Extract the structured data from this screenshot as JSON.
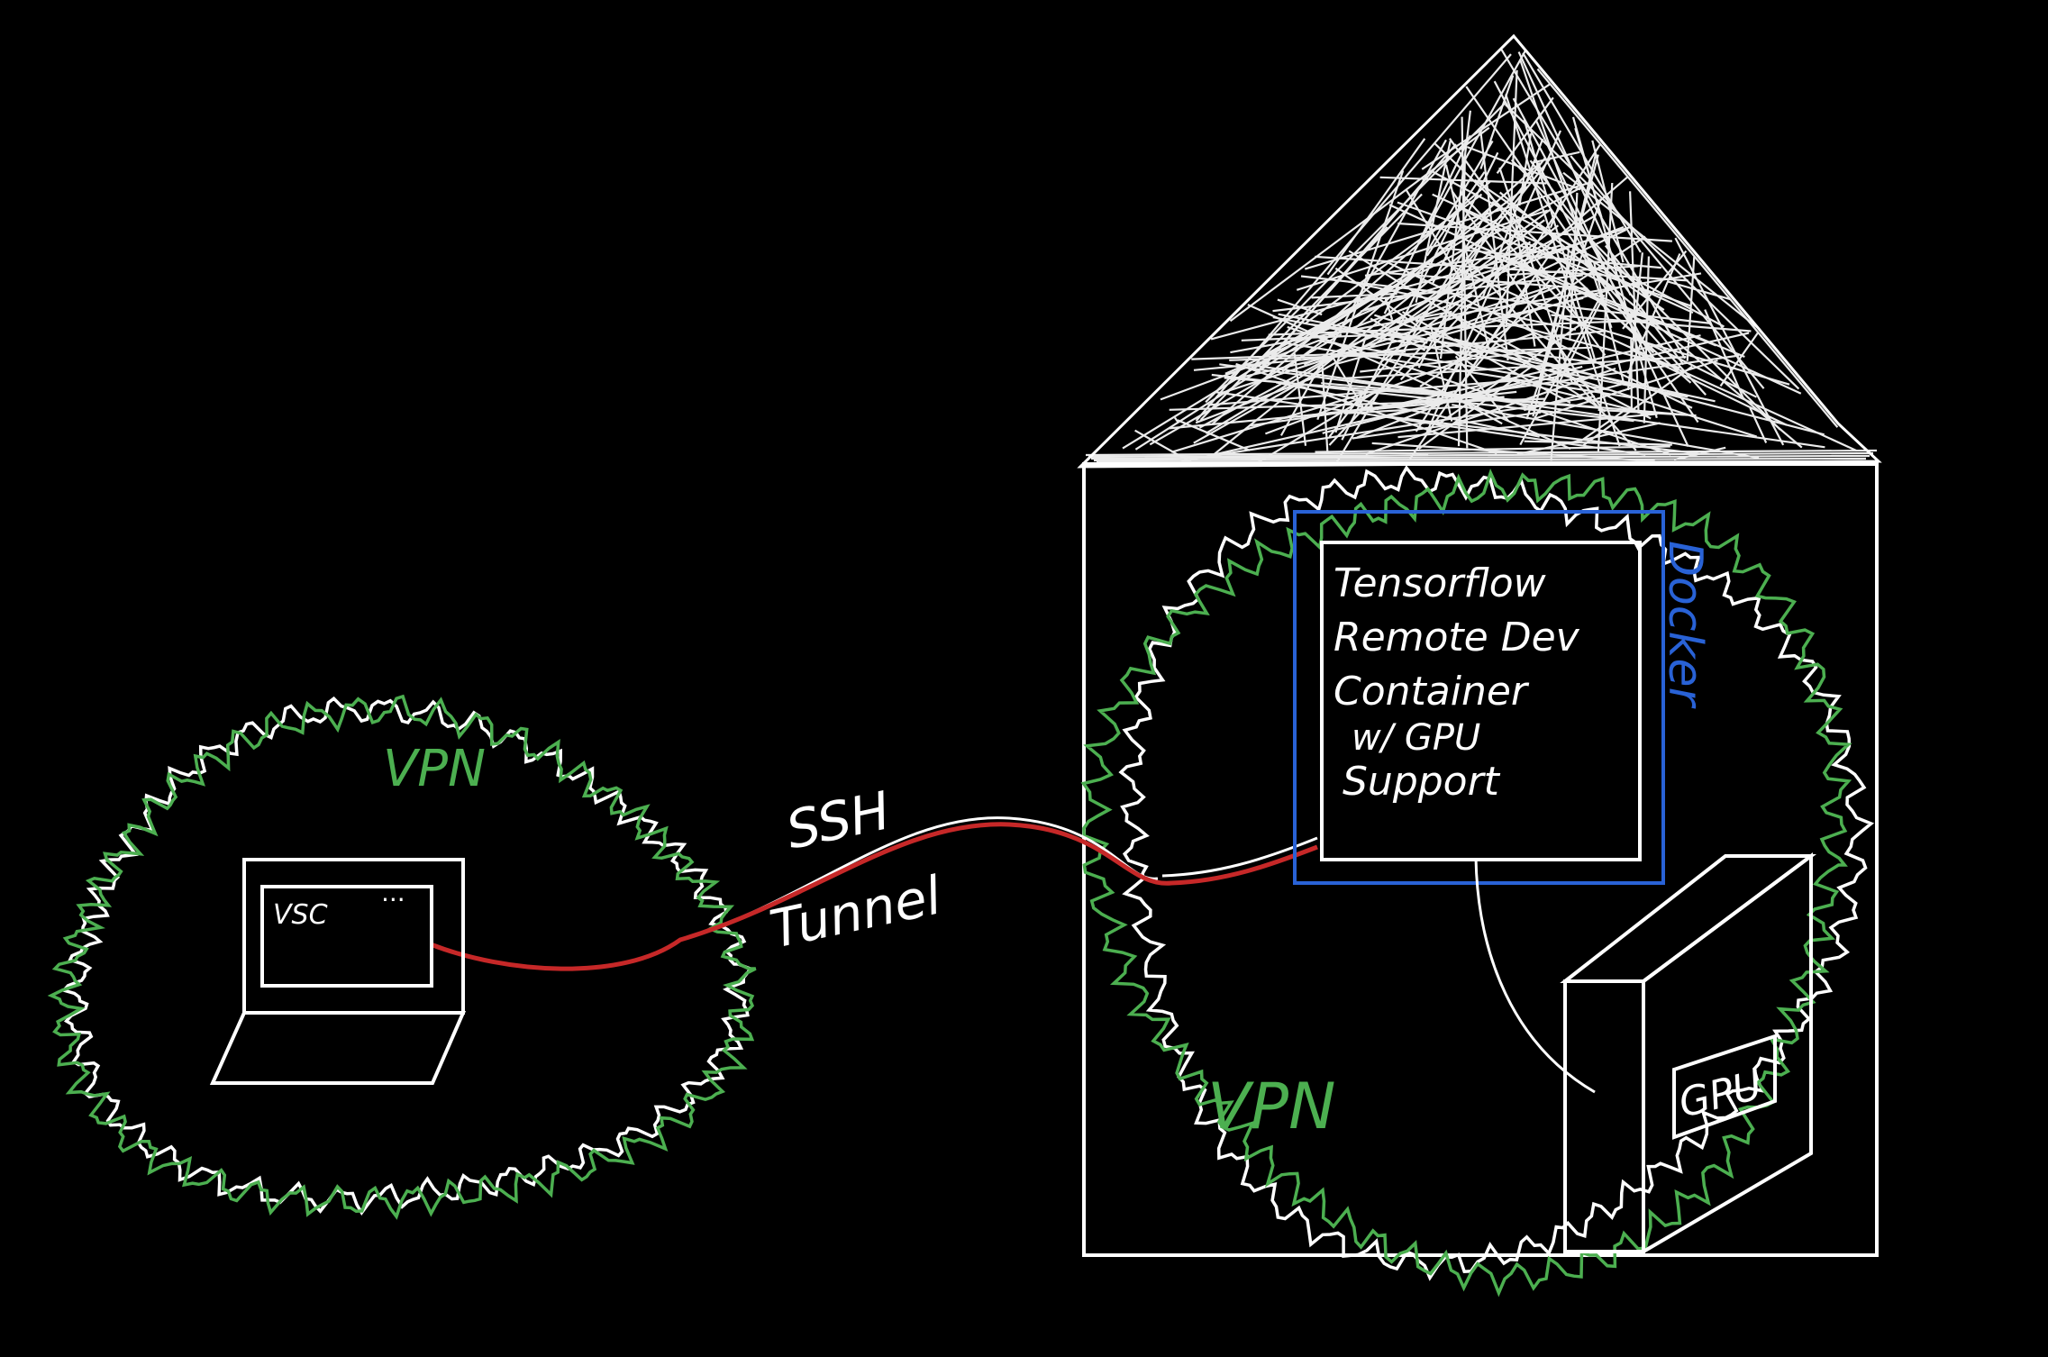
{
  "colors": {
    "background": "#000000",
    "stroke": "#ffffff",
    "vpn": "#4caf50",
    "tunnel": "#c62828",
    "docker": "#2962d6"
  },
  "labels": {
    "vpn_left": "VPN",
    "vpn_right": "VPN",
    "ssh_line1": "SSH",
    "ssh_line2": "Tunnel",
    "laptop_app": "VSC",
    "laptop_dots": "...",
    "docker": "Docker",
    "container_lines": [
      "Tensorflow",
      "Remote Dev",
      "Container",
      "w/ GPU",
      "Support"
    ],
    "gpu": "GPU"
  },
  "icons": {
    "house": "house-icon",
    "laptop": "laptop-icon",
    "gpu": "gpu-icon"
  }
}
